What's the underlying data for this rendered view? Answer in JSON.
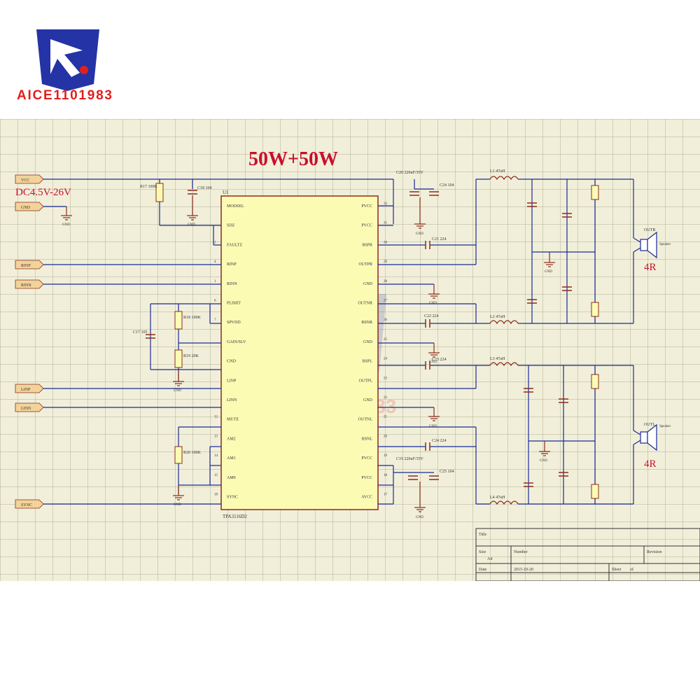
{
  "brand": {
    "name": "AICE1101983"
  },
  "title": "50W+50W",
  "supply": {
    "voltage_label": "DC4.5V-26V"
  },
  "ic": {
    "designator": "U1",
    "part": "TPA3116D2",
    "left_pins": [
      {
        "num": "",
        "name": "MODSEL"
      },
      {
        "num": "",
        "name": "SDZ"
      },
      {
        "num": "2",
        "name": "FAULTZ"
      },
      {
        "num": "4",
        "name": "RINP"
      },
      {
        "num": "1",
        "name": "RINN"
      },
      {
        "num": "6",
        "name": "PLIMIT"
      },
      {
        "num": "7",
        "name": "SPVDD"
      },
      {
        "num": "",
        "name": "GAIN/SLV"
      },
      {
        "num": "",
        "name": "GND"
      },
      {
        "num": "",
        "name": "LINP"
      },
      {
        "num": "",
        "name": "LINN"
      },
      {
        "num": "12",
        "name": "MUTE"
      },
      {
        "num": "13",
        "name": "AM2"
      },
      {
        "num": "14",
        "name": "AM1"
      },
      {
        "num": "15",
        "name": "AM0"
      },
      {
        "num": "18",
        "name": "SYNC"
      }
    ],
    "right_pins": [
      {
        "num": "32",
        "name": "PVCC"
      },
      {
        "num": "31",
        "name": "PVCC"
      },
      {
        "num": "30",
        "name": "BSPR"
      },
      {
        "num": "29",
        "name": "OUTPR"
      },
      {
        "num": "28",
        "name": "GND"
      },
      {
        "num": "27",
        "name": "OUTNR"
      },
      {
        "num": "26",
        "name": "BSNR"
      },
      {
        "num": "25",
        "name": "GND"
      },
      {
        "num": "24",
        "name": "BSPL"
      },
      {
        "num": "23",
        "name": "OUTPL"
      },
      {
        "num": "22",
        "name": "GND"
      },
      {
        "num": "21",
        "name": "OUTNL"
      },
      {
        "num": "20",
        "name": "BSNL"
      },
      {
        "num": "19",
        "name": "PVCC"
      },
      {
        "num": "18",
        "name": "PVCC"
      },
      {
        "num": "17",
        "name": "AVCC"
      }
    ]
  },
  "ports": {
    "vcc": "VCC",
    "gnd": "GND",
    "rinp": "RINP",
    "rinn": "RINN",
    "linp": "LINP",
    "linn": "LINN",
    "sync": "SYNC"
  },
  "gnd_label": "GND",
  "components": {
    "r17": "R17 100K",
    "c18": "C18 104",
    "c20": "C20 220uF/35V",
    "c24": "C24 104",
    "c21": "C21 224",
    "c22": "C22 224",
    "c23": "C23 224",
    "c24b": "C24 224",
    "c19": "C19 220uF/35V",
    "c25": "C25 104",
    "c17": "C17 105",
    "r18": "R18 100K",
    "r19": "R19 20K",
    "r20": "R20 100K",
    "l1": "L1 47uH",
    "l2": "L2 47uH",
    "l3": "L3 47uH",
    "l4": "L4 47uH"
  },
  "right_out": {
    "speaker_name": "OUTR",
    "speaker_word": "Speaker",
    "impedance": "4R"
  },
  "left_out": {
    "speaker_name": "OUTL",
    "speaker_word": "Speaker",
    "impedance": "4R"
  },
  "title_block": {
    "title_label": "Title",
    "size_label": "Size",
    "size_value": "A4",
    "number_label": "Number",
    "revision_label": "Revision",
    "date_label": "Date",
    "date_value": "2015-10-20",
    "sheet_label": "Sheet",
    "of_label": "of"
  },
  "colors": {
    "sheet_bg": "#f1efd9",
    "wire": "#1a2a9a",
    "ic_fill": "#fcfbb4",
    "ic_border": "#8b2c1c",
    "title_red": "#c8102e",
    "port_fill": "#f2d39a",
    "brand_blue": "#2433a6",
    "brand_red": "#e0201e"
  }
}
